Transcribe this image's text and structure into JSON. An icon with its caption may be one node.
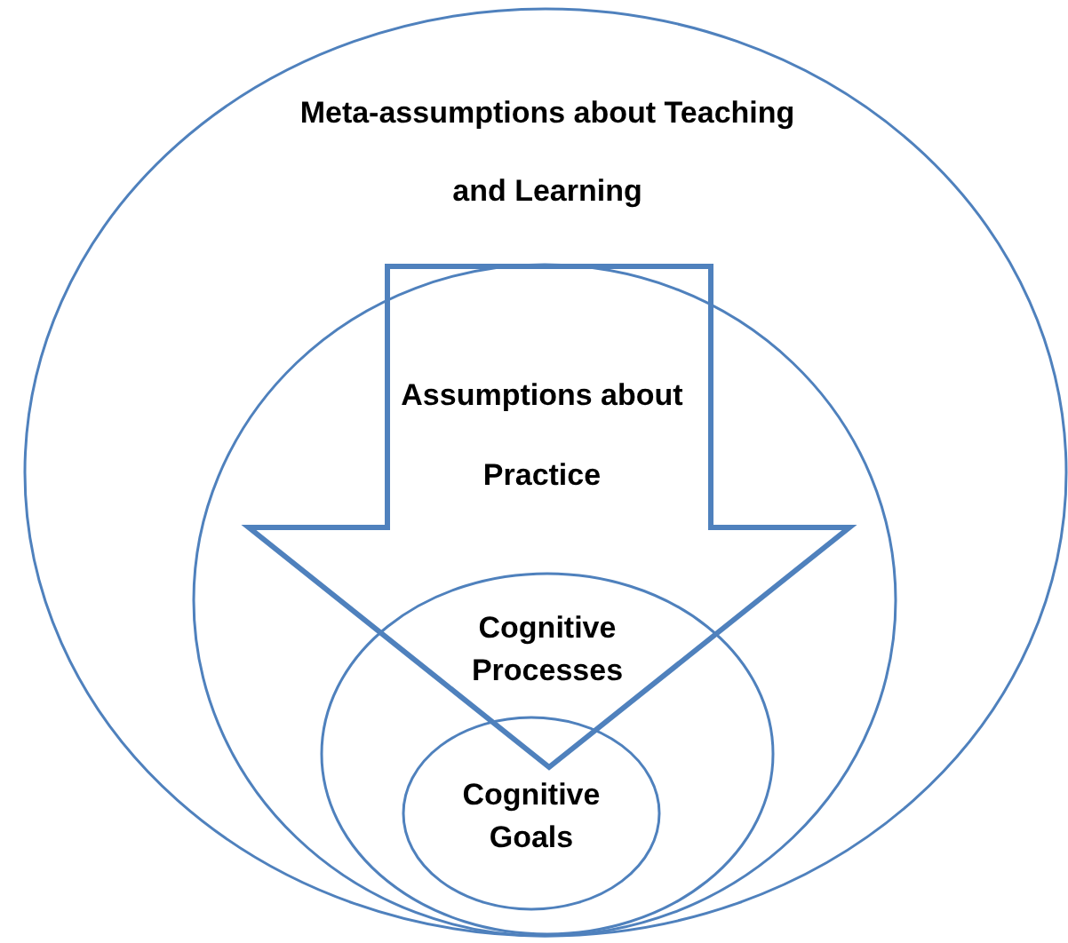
{
  "diagram": {
    "nodes": [
      {
        "text": [
          "Meta-assumptions about Teaching and Learning"
        ]
      },
      {
        "text": [
          "Assumptions about Practice"
        ],
        "in": 0
      },
      {
        "text": [
          "Cognitive Processes"
        ],
        "in": 1
      },
      {
        "text": [
          "Cognitive Goals"
        ],
        "in": 2
      }
    ]
  }
}
